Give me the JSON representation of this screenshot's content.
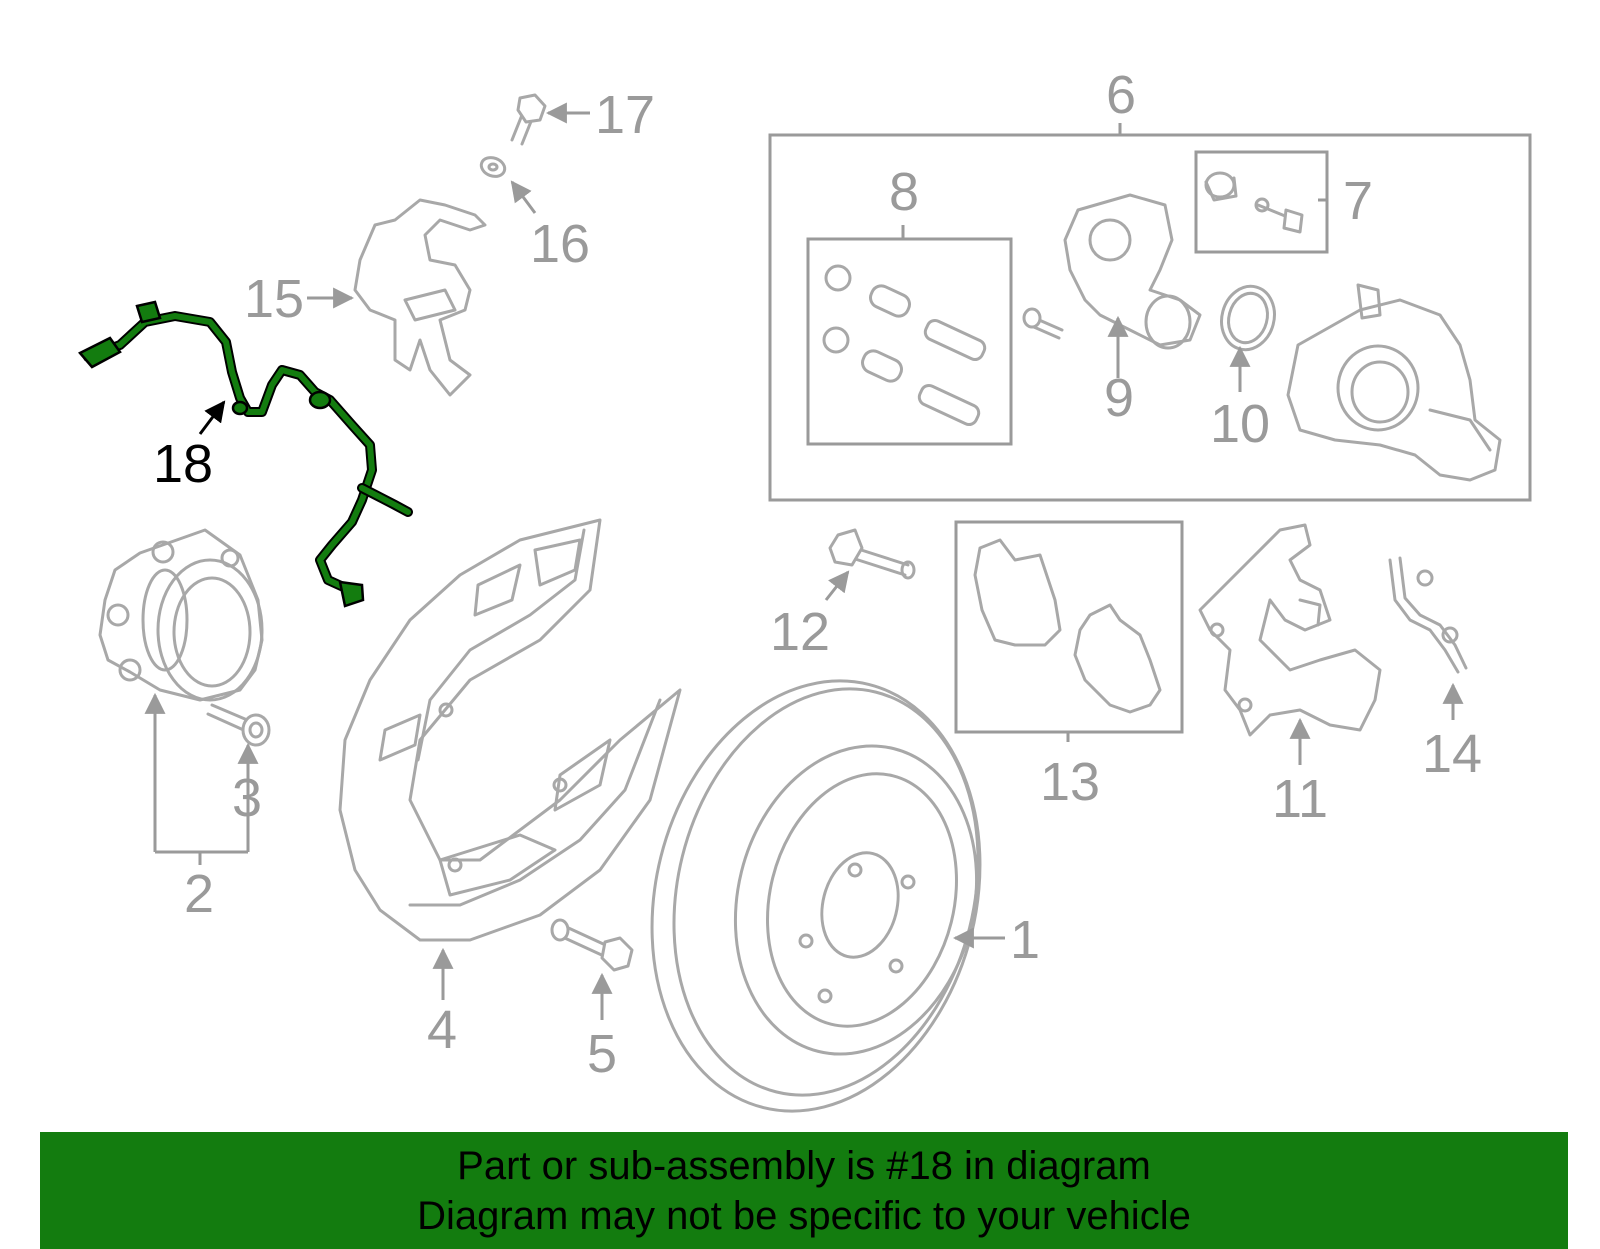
{
  "diagram": {
    "callouts": [
      "1",
      "2",
      "3",
      "4",
      "5",
      "6",
      "7",
      "8",
      "9",
      "10",
      "11",
      "12",
      "13",
      "14",
      "15",
      "16",
      "17",
      "18"
    ],
    "highlighted_part": "18",
    "colors": {
      "part_lines": "#a8a8a8",
      "labels": "#9a9a9a",
      "highlight": "#137c0f",
      "highlight_outline": "#000000"
    }
  },
  "banner": {
    "line1": "Part or sub-assembly is #18 in diagram",
    "line2": "Diagram may not be specific to your vehicle",
    "background": "#137c0f"
  }
}
